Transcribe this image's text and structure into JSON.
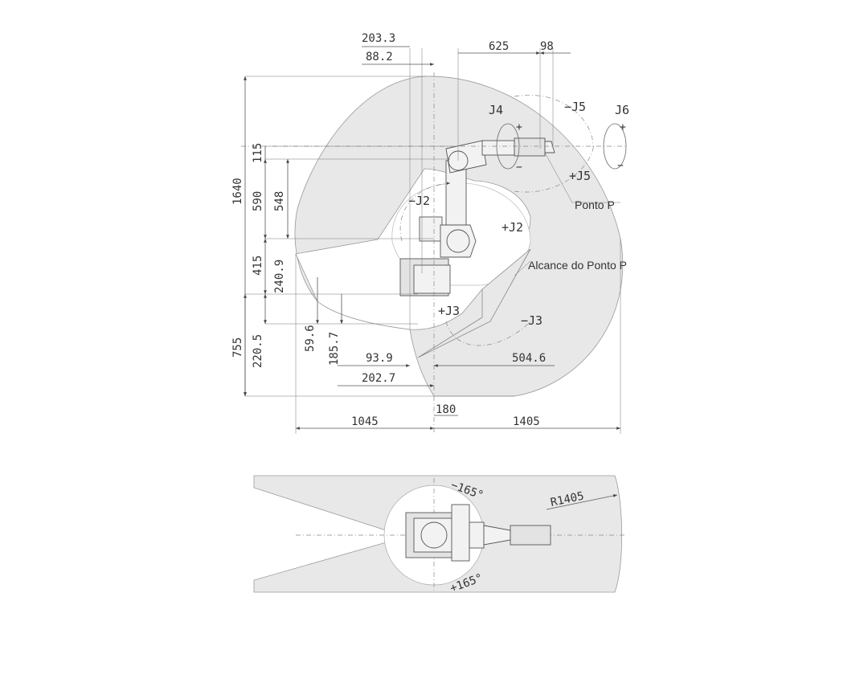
{
  "side_view": {
    "dims_top": {
      "d203": "203.3",
      "d88": "88.2",
      "d625": "625",
      "d98": "98"
    },
    "dims_left": {
      "d1640": "1640",
      "d115": "115",
      "d590": "590",
      "d548": "548",
      "d415": "415",
      "d240": "240.9",
      "d755": "755",
      "d220": "220.5",
      "d59": "59.6",
      "d185": "185.7"
    },
    "dims_bottom": {
      "d93": "93.9",
      "d202": "202.7",
      "d504": "504.6",
      "d180": "180",
      "d1045": "1045",
      "d1405": "1405"
    },
    "joints": {
      "j4": "J4",
      "j5neg": "−J5",
      "j6": "J6",
      "j5pos": "+J5",
      "j2neg": "−J2",
      "j2pos": "+J2",
      "j3pos": "+J3",
      "j3neg": "−J3",
      "plus": "+",
      "minus": "−"
    },
    "labels": {
      "ponto_p": "Ponto P",
      "alcance": "Alcance do Ponto P"
    }
  },
  "top_view": {
    "labels": {
      "neg165": "−165°",
      "pos165": "+165°",
      "r1405": "R1405"
    }
  }
}
